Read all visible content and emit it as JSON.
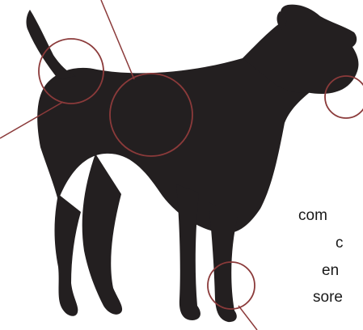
{
  "colors": {
    "silhouette": "#231f20",
    "callout": "#8b3a3a",
    "text": "#1a1a1a",
    "background": "#ffffff"
  },
  "text_fragments": [
    "com",
    "c",
    "en",
    "sore"
  ]
}
